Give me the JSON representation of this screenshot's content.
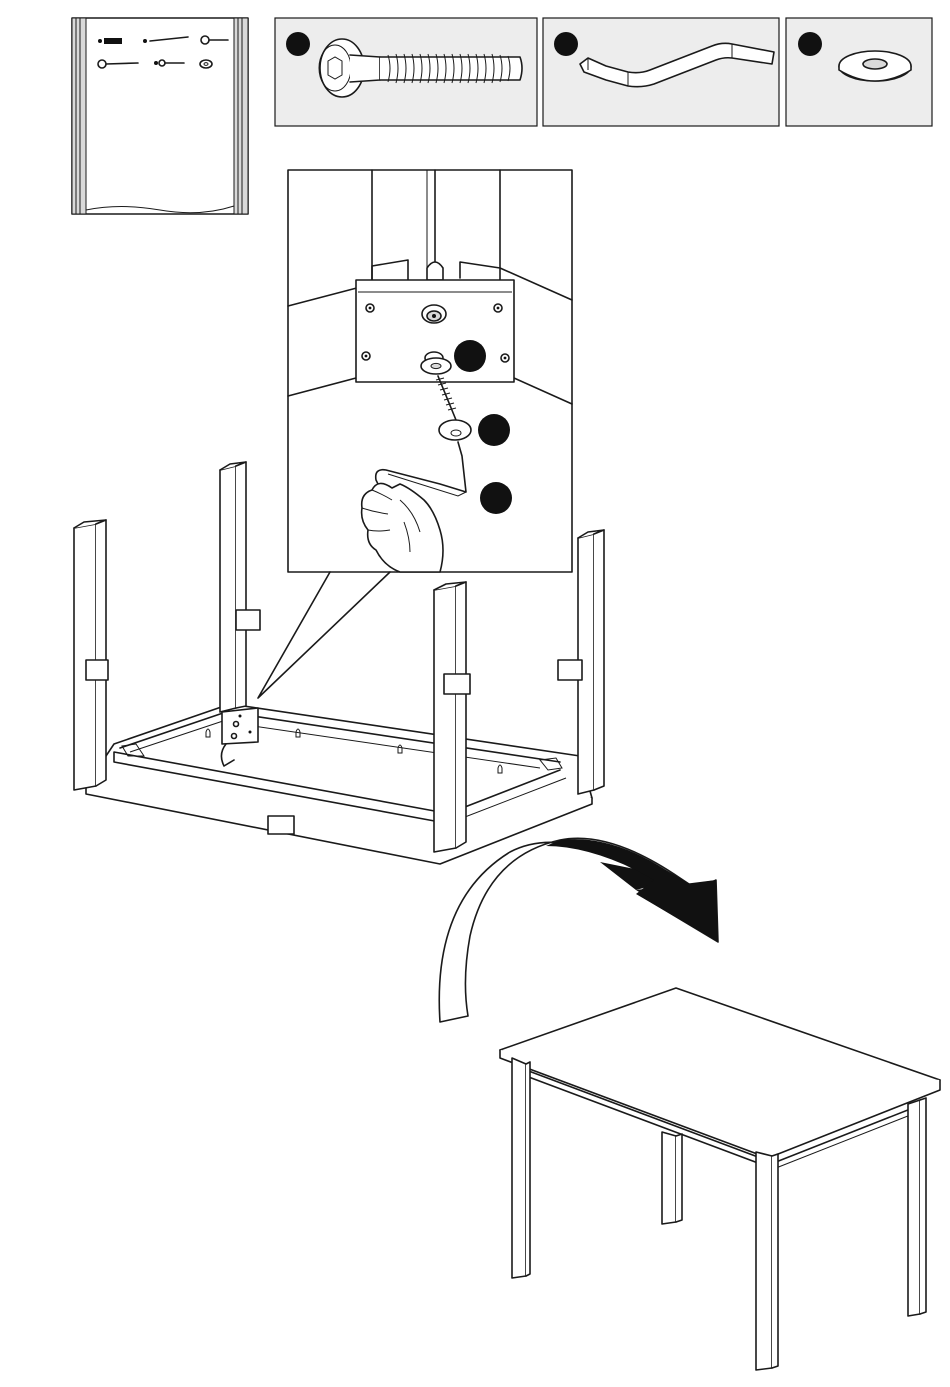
{
  "diagram": {
    "type": "assembly-instruction",
    "parts": [
      {
        "id": "part-1",
        "name": "allen-bolt-icon",
        "marker": ""
      },
      {
        "id": "part-2",
        "name": "allen-key-icon",
        "marker": ""
      },
      {
        "id": "part-3",
        "name": "washer-icon",
        "marker": ""
      }
    ],
    "leg_labels": [
      "",
      "",
      "",
      "",
      ""
    ],
    "callout_markers": [
      "",
      "",
      ""
    ],
    "colors": {
      "line": "#1a1a1a",
      "panel": "#ededed",
      "marker": "#111111",
      "arrow": "#111111"
    }
  }
}
